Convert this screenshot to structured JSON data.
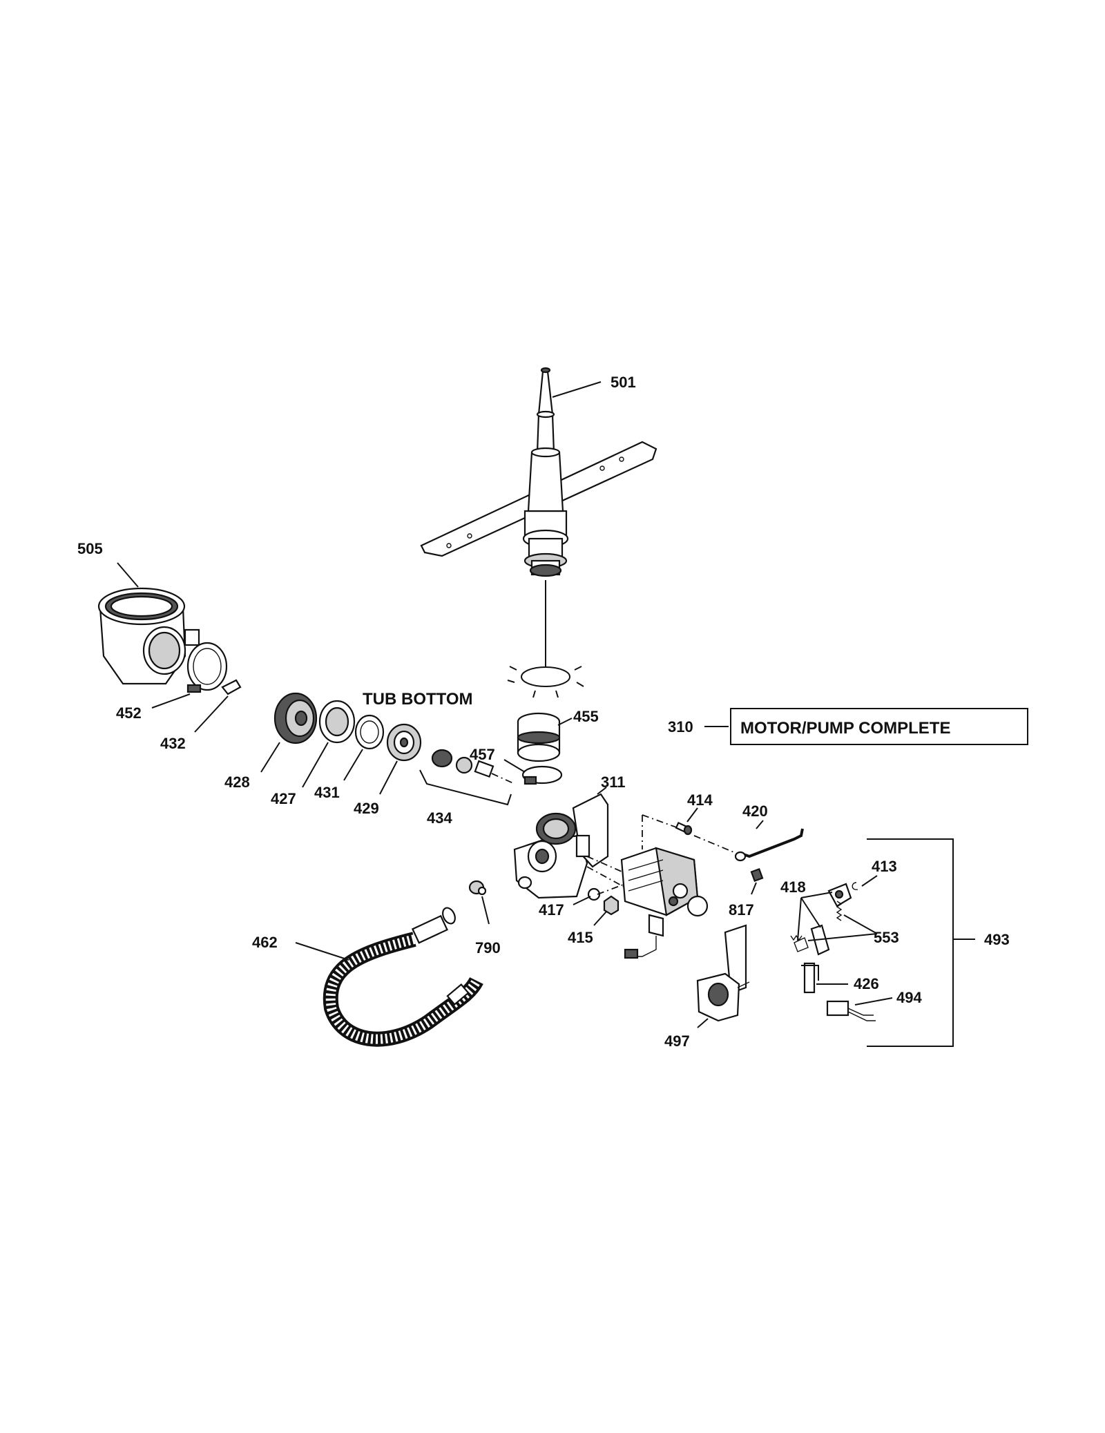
{
  "annotations": {
    "tub_bottom": "TUB BOTTOM",
    "motor_pump_complete": "MOTOR/PUMP COMPLETE"
  },
  "part_labels": {
    "p501": "501",
    "p505": "505",
    "p452": "452",
    "p432": "432",
    "p428": "428",
    "p427": "427",
    "p431": "431",
    "p429": "429",
    "p434": "434",
    "p455": "455",
    "p457": "457",
    "p310": "310",
    "p311": "311",
    "p414": "414",
    "p420": "420",
    "p418": "418",
    "p413": "413",
    "p817": "817",
    "p417": "417",
    "p415": "415",
    "p553": "553",
    "p493": "493",
    "p462": "462",
    "p790": "790",
    "p426": "426",
    "p494": "494",
    "p497": "497"
  }
}
